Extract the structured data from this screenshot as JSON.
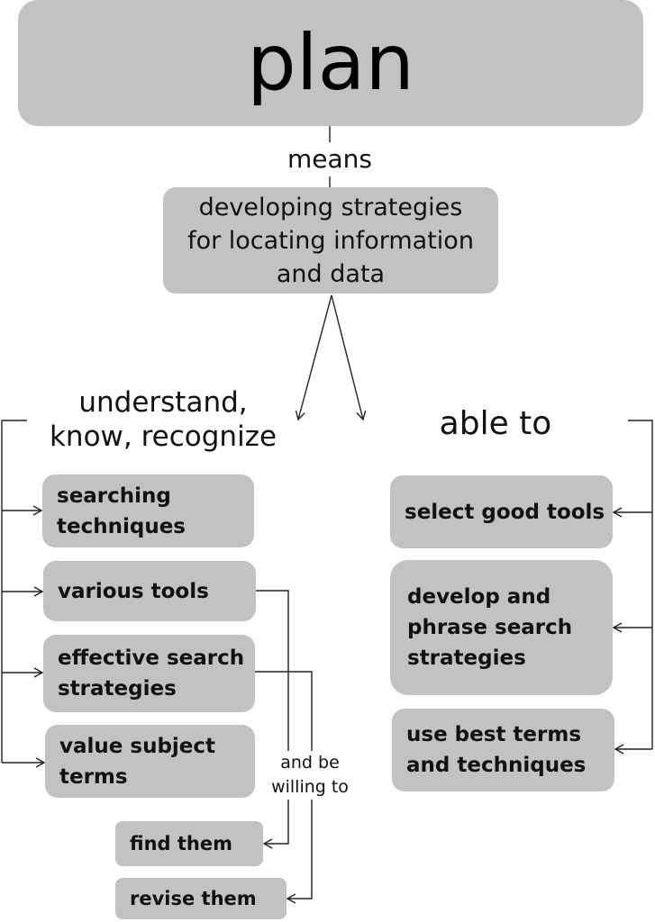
{
  "root": {
    "title": "plan"
  },
  "connector_top": {
    "label": "means"
  },
  "definition": {
    "line1": "developing strategies",
    "line2": "for locating information",
    "line3": "and data"
  },
  "left_branch": {
    "heading_line1": "understand,",
    "heading_line2": "know, recognize",
    "items": [
      {
        "line1": "searching",
        "line2": "techniques"
      },
      {
        "line1": "various tools"
      },
      {
        "line1": "effective search",
        "line2": "strategies"
      },
      {
        "line1": "value subject",
        "line2": "terms"
      }
    ]
  },
  "willing": {
    "line1": "and be",
    "line2": "willing to",
    "items": [
      "find them",
      "revise them"
    ]
  },
  "right_branch": {
    "heading": "able to",
    "items": [
      {
        "line1": "select good tools"
      },
      {
        "line1": "develop and",
        "line2": "phrase search",
        "line3": "strategies"
      },
      {
        "line1": "use best terms",
        "line2": "and techniques"
      }
    ]
  },
  "colors": {
    "box_fill": "#c2c2c2",
    "line": "#222222",
    "text": "#111111"
  }
}
